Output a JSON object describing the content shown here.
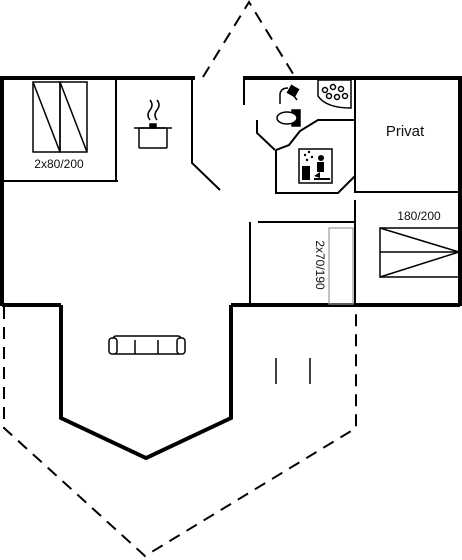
{
  "plan": {
    "labels": {
      "bed_left": "2x80/200",
      "privat": "Privat",
      "bed_double": "180/200",
      "bed_mid": "2x70/190"
    },
    "icons": [
      "stove-icon",
      "shower-icon",
      "toilet-icon",
      "whirlpool-icon",
      "sauna-icon",
      "sofa-icon",
      "bed-icon"
    ],
    "colors": {
      "line": "#000000",
      "background": "#ffffff"
    }
  }
}
